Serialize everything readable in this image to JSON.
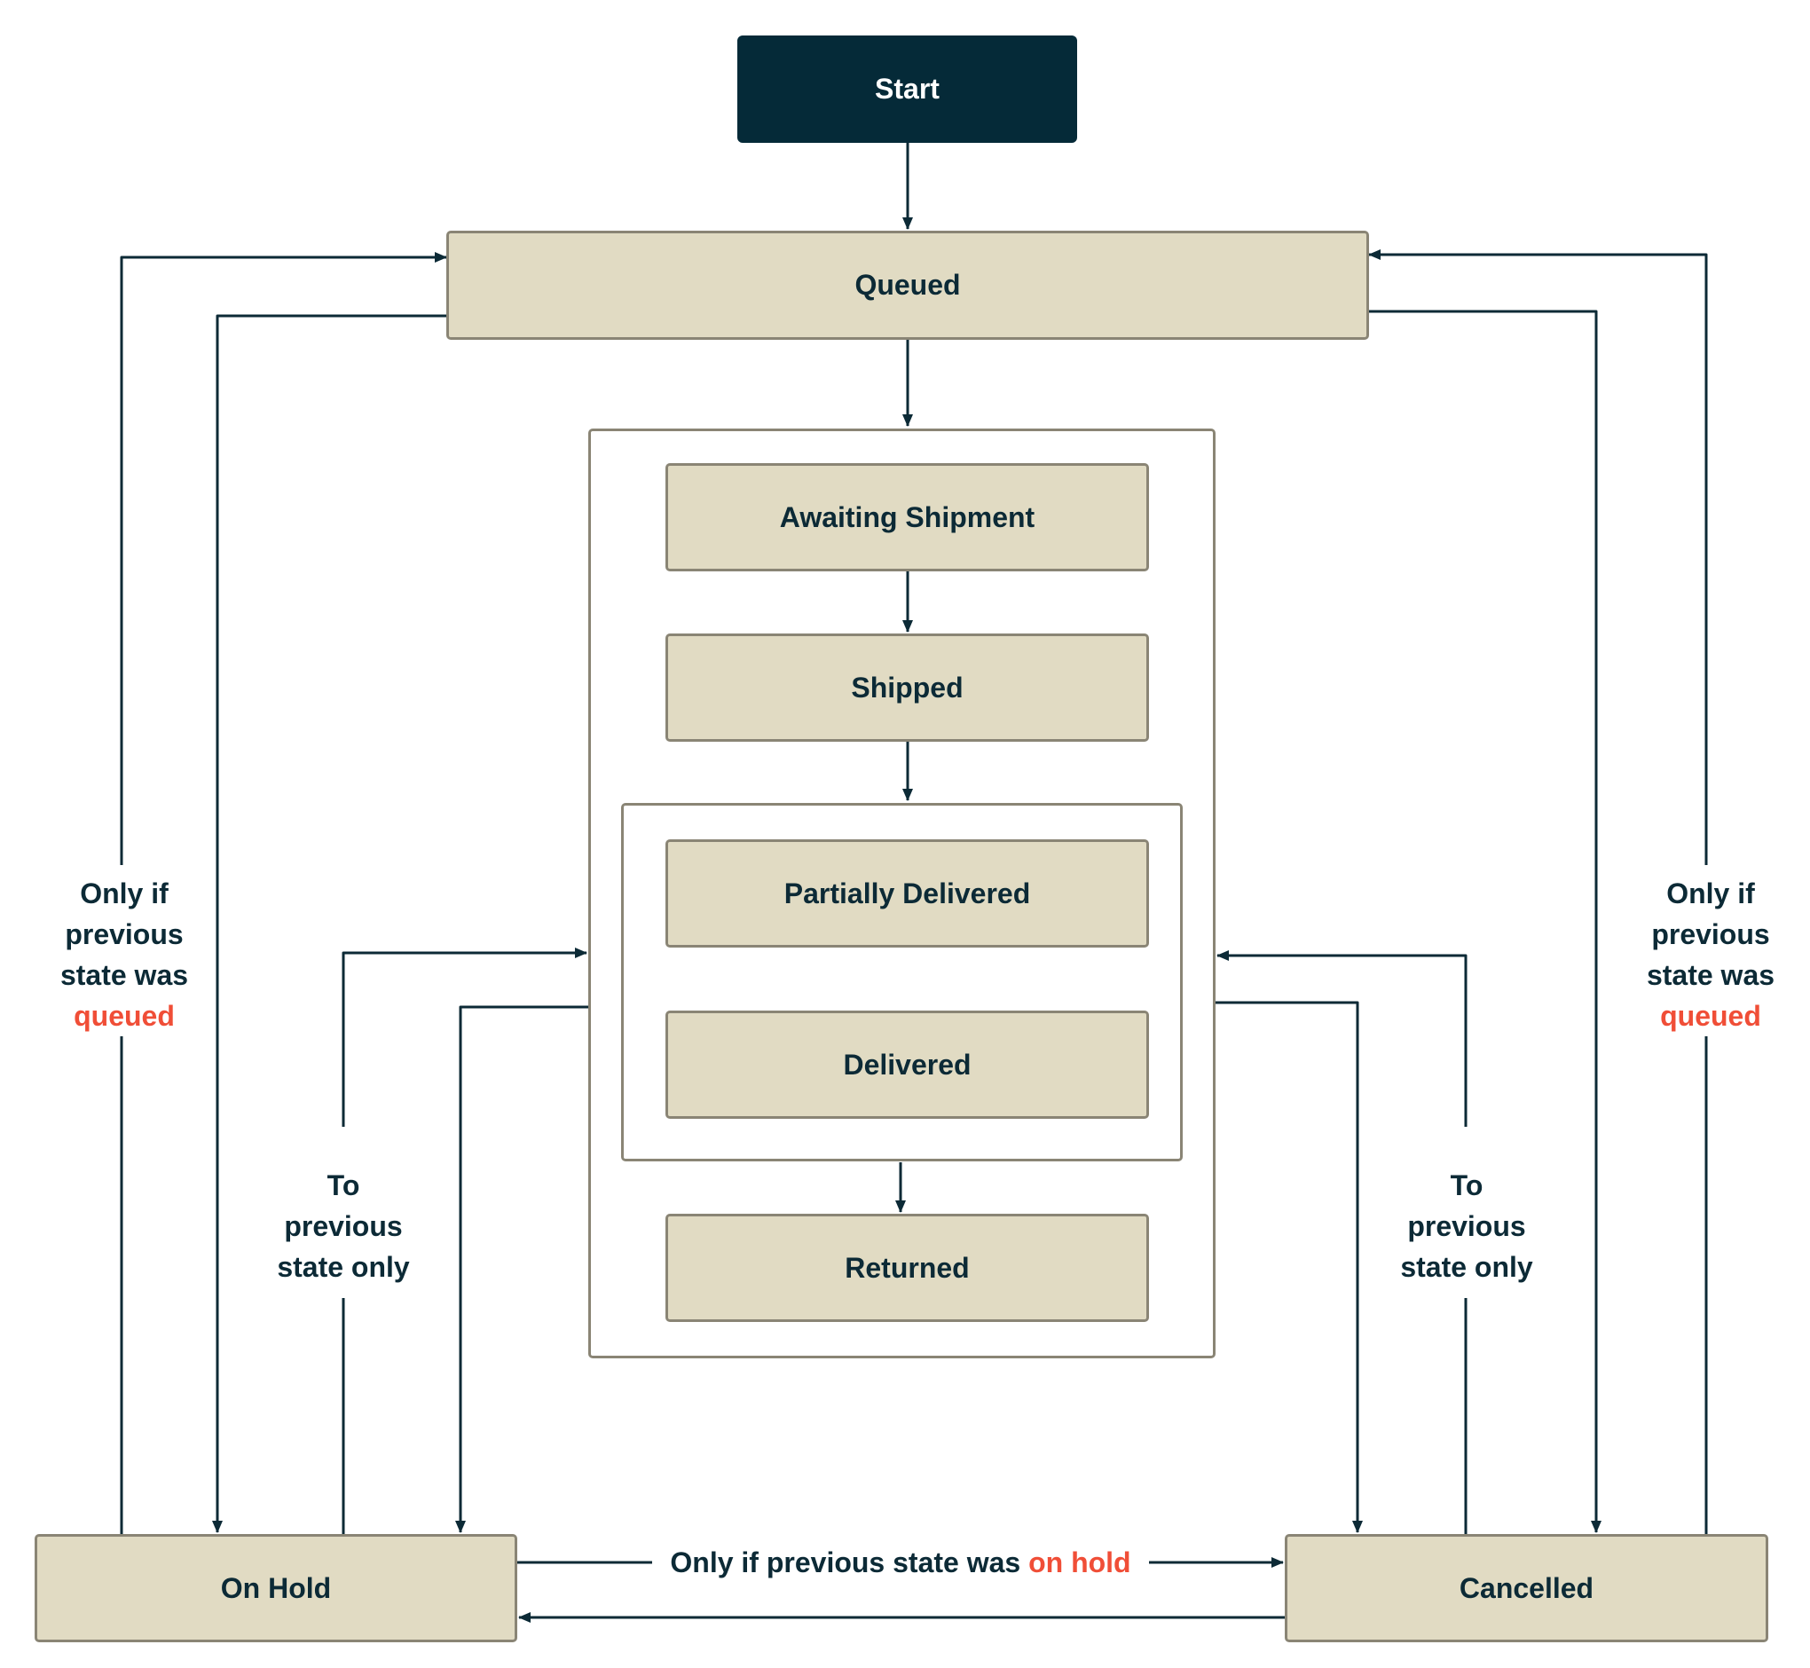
{
  "nodes": {
    "start": "Start",
    "queued": "Queued",
    "awaiting_shipment": "Awaiting Shipment",
    "shipped": "Shipped",
    "partially_delivered": "Partially Delivered",
    "delivered": "Delivered",
    "returned": "Returned",
    "on_hold": "On Hold",
    "cancelled": "Cancelled"
  },
  "labels": {
    "left_queued": {
      "line1": "Only if",
      "line2": "previous",
      "line3": "state was",
      "highlight": "queued"
    },
    "right_queued": {
      "line1": "Only if",
      "line2": "previous",
      "line3": "state was",
      "highlight": "queued"
    },
    "left_previous": {
      "line1": "To",
      "line2": "previous",
      "line3": "state only"
    },
    "right_previous": {
      "line1": "To",
      "line2": "previous",
      "line3": "state only"
    },
    "bottom": {
      "prefix": "Only if previous state was ",
      "highlight": "on hold"
    }
  },
  "colors": {
    "node_fill": "#e1dbc3",
    "node_border": "#8a8575",
    "start_fill": "#052a38",
    "edge": "#0c2a36",
    "highlight": "#f04e37"
  }
}
